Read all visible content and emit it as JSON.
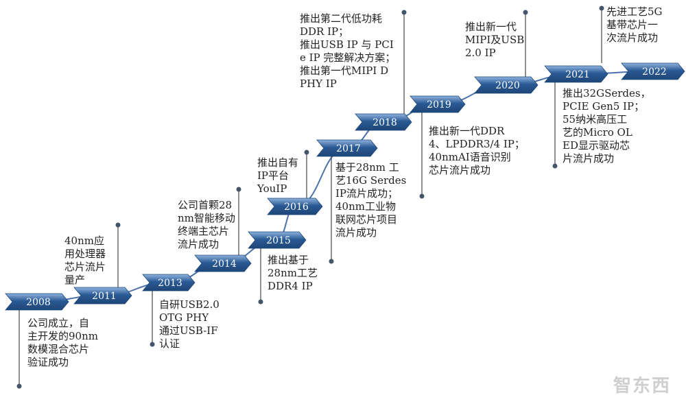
{
  "timeline": [
    {
      "year": "2008",
      "text": "公司成立，自\n主开发的90nm\n数模混合芯片\n验证成功"
    },
    {
      "year": "2011",
      "text": "40nm应\n用处理器\n芯片流片\n量产"
    },
    {
      "year": "2013",
      "text": "自研USB2.0\nOTG PHY\n通过USB-IF\n认证"
    },
    {
      "year": "2014",
      "text": "公司首颗28\nnm智能移动\n终端主芯片\n流片成功"
    },
    {
      "year": "2015",
      "text": "推出基于\n28nm工艺\nDDR4 IP"
    },
    {
      "year": "2016",
      "text": "推出自有\nIP平台\nYouIP"
    },
    {
      "year": "2017",
      "text": "基于28nm 工\n艺16G Serdes\nIP流片成功；\n40nm工业物\n联网芯片项目\n流片成功"
    },
    {
      "year": "2018",
      "text": "推出第二代低功耗\nDDR IP；\n推出USB IP 与 PCI\ne IP 完整解决方案；\n推出第一代MIPI D\nPHY IP"
    },
    {
      "year": "2019",
      "text": "推出新一代DDR\n4、LPDDR3/4 IP；\n40nmAI语音识别\n芯片流片成功"
    },
    {
      "year": "2020",
      "text": "推出新一代\nMIPI及USB\n2.0 IP"
    },
    {
      "year": "2021",
      "text": "推出32GSerdes，\nPCIE Gen5 IP；\n55纳米高压工\n艺的Micro OL\nED显示驱动芯\n片流片成功"
    },
    {
      "year": "2022",
      "text": "先进工艺5G\n基带芯片一\n次流片成功"
    }
  ],
  "colors": {
    "arrow_dark": "#2a5a94",
    "arrow_light": "#8fb2dd",
    "connector": "#555555",
    "dot": "#44556a"
  },
  "watermark": "智东西"
}
